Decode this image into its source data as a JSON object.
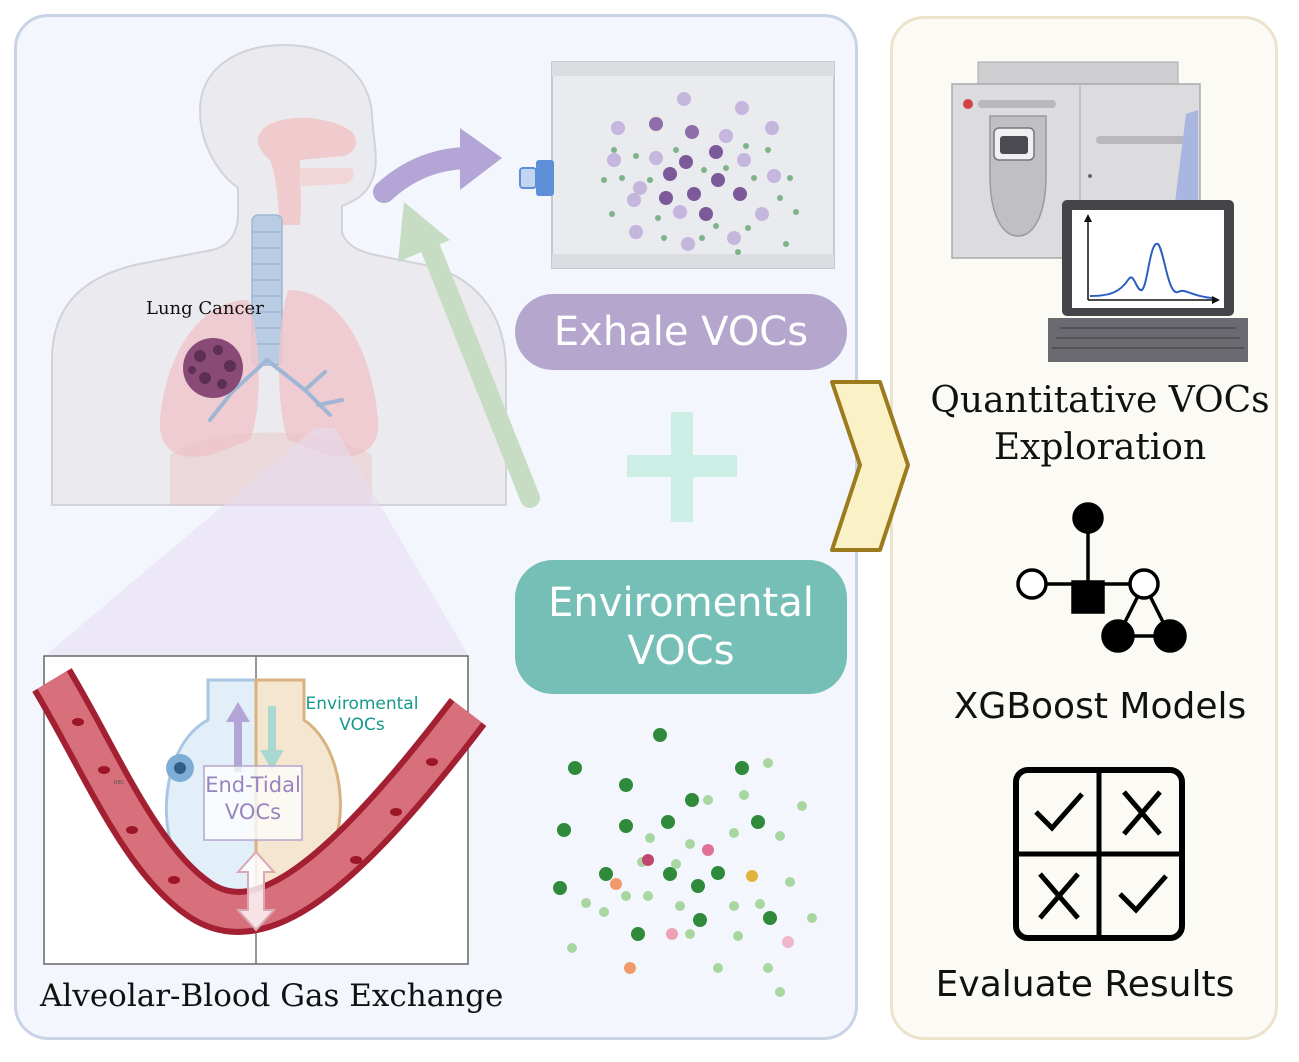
{
  "labels": {
    "lung_cancer": "Lung Cancer",
    "exhale_vocs": "Exhale VOCs",
    "environmental_vocs_line1": "Enviromental",
    "environmental_vocs_line2": "VOCs",
    "inset_env_line1": "Enviromental",
    "inset_env_line2": "VOCs",
    "end_tidal_line1": "End-Tidal",
    "end_tidal_line2": "VOCs",
    "rbc": "RBC",
    "alveolar_caption": "Alveolar-Blood Gas Exchange",
    "quant_line1": "Quantitative VOCs",
    "quant_line2": "Exploration",
    "xgboost": "XGBoost Models",
    "evaluate": "Evaluate Results"
  },
  "colors": {
    "left_panel_bg": "#f3f6fc",
    "left_panel_border": "#c9d3e6",
    "right_panel_bg": "#fbfaf4",
    "right_panel_border": "#ece3cc",
    "exhale_pill": "#b5a6cd",
    "env_pill": "#76bfb6",
    "plus_sign": "#cdeee4",
    "chevron_fill": "#fbf1c6",
    "chevron_stroke": "#9c7b1e",
    "purple_arrow": "#b3a6d6",
    "green_arrow": "#c6dcc3"
  }
}
